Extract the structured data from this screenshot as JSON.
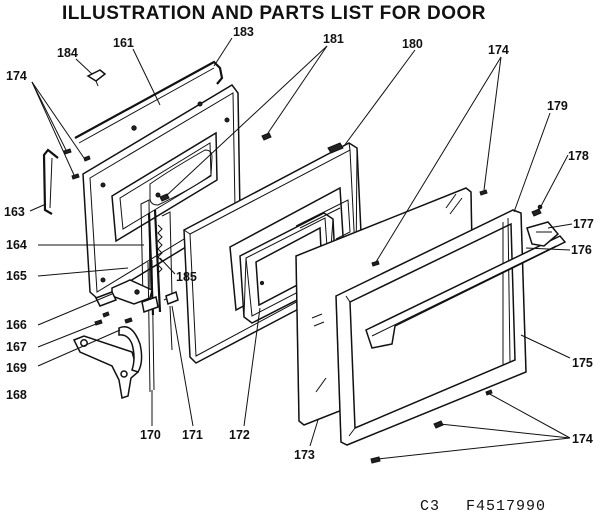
{
  "title": "ILLUSTRATION AND PARTS LIST FOR DOOR",
  "footer": {
    "code": "C3",
    "model": "F4517990"
  },
  "callouts": {
    "p161": "161",
    "p163": "163",
    "p164": "164",
    "p165": "165",
    "p166": "166",
    "p167": "167",
    "p168": "168",
    "p169": "169",
    "p170": "170",
    "p171": "171",
    "p172": "172",
    "p173": "173",
    "p174_left": "174",
    "p174_top": "174",
    "p174_bottom": "174",
    "p175": "175",
    "p176": "176",
    "p177": "177",
    "p178": "178",
    "p179": "179",
    "p180": "180",
    "p181": "181",
    "p183": "183",
    "p184": "184",
    "p185": "185"
  }
}
